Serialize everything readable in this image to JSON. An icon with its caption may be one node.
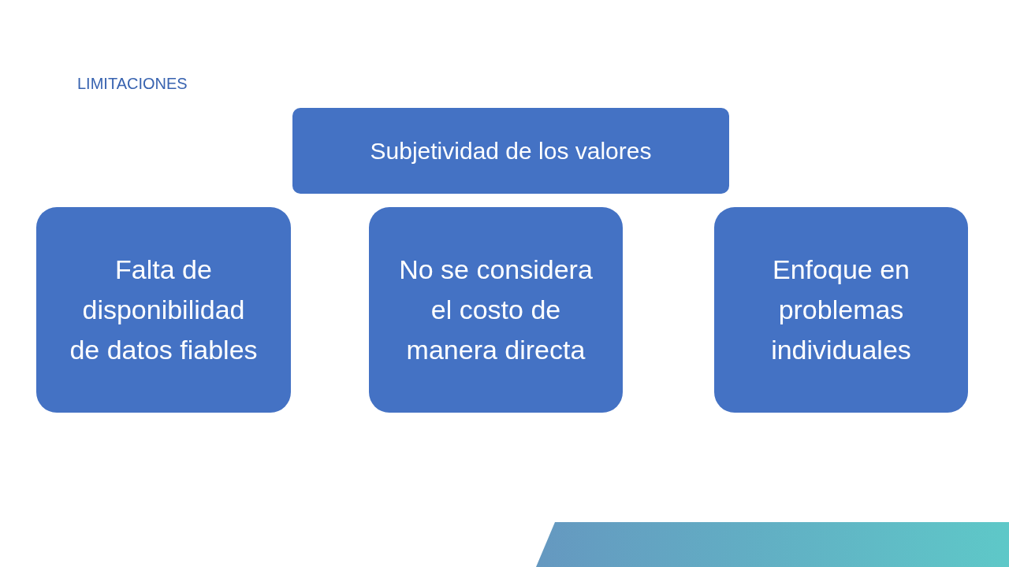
{
  "diagram": {
    "title": "LIMITACIONES",
    "nodes": [
      {
        "text": [
          "Subjetividad de los valores"
        ]
      },
      {
        "text": [
          "Falta de disponibilidad de datos fiables"
        ]
      },
      {
        "text": [
          "No se considera el costo de manera directa"
        ]
      },
      {
        "text": [
          "Enfoque en problemas individuales"
        ]
      }
    ]
  }
}
